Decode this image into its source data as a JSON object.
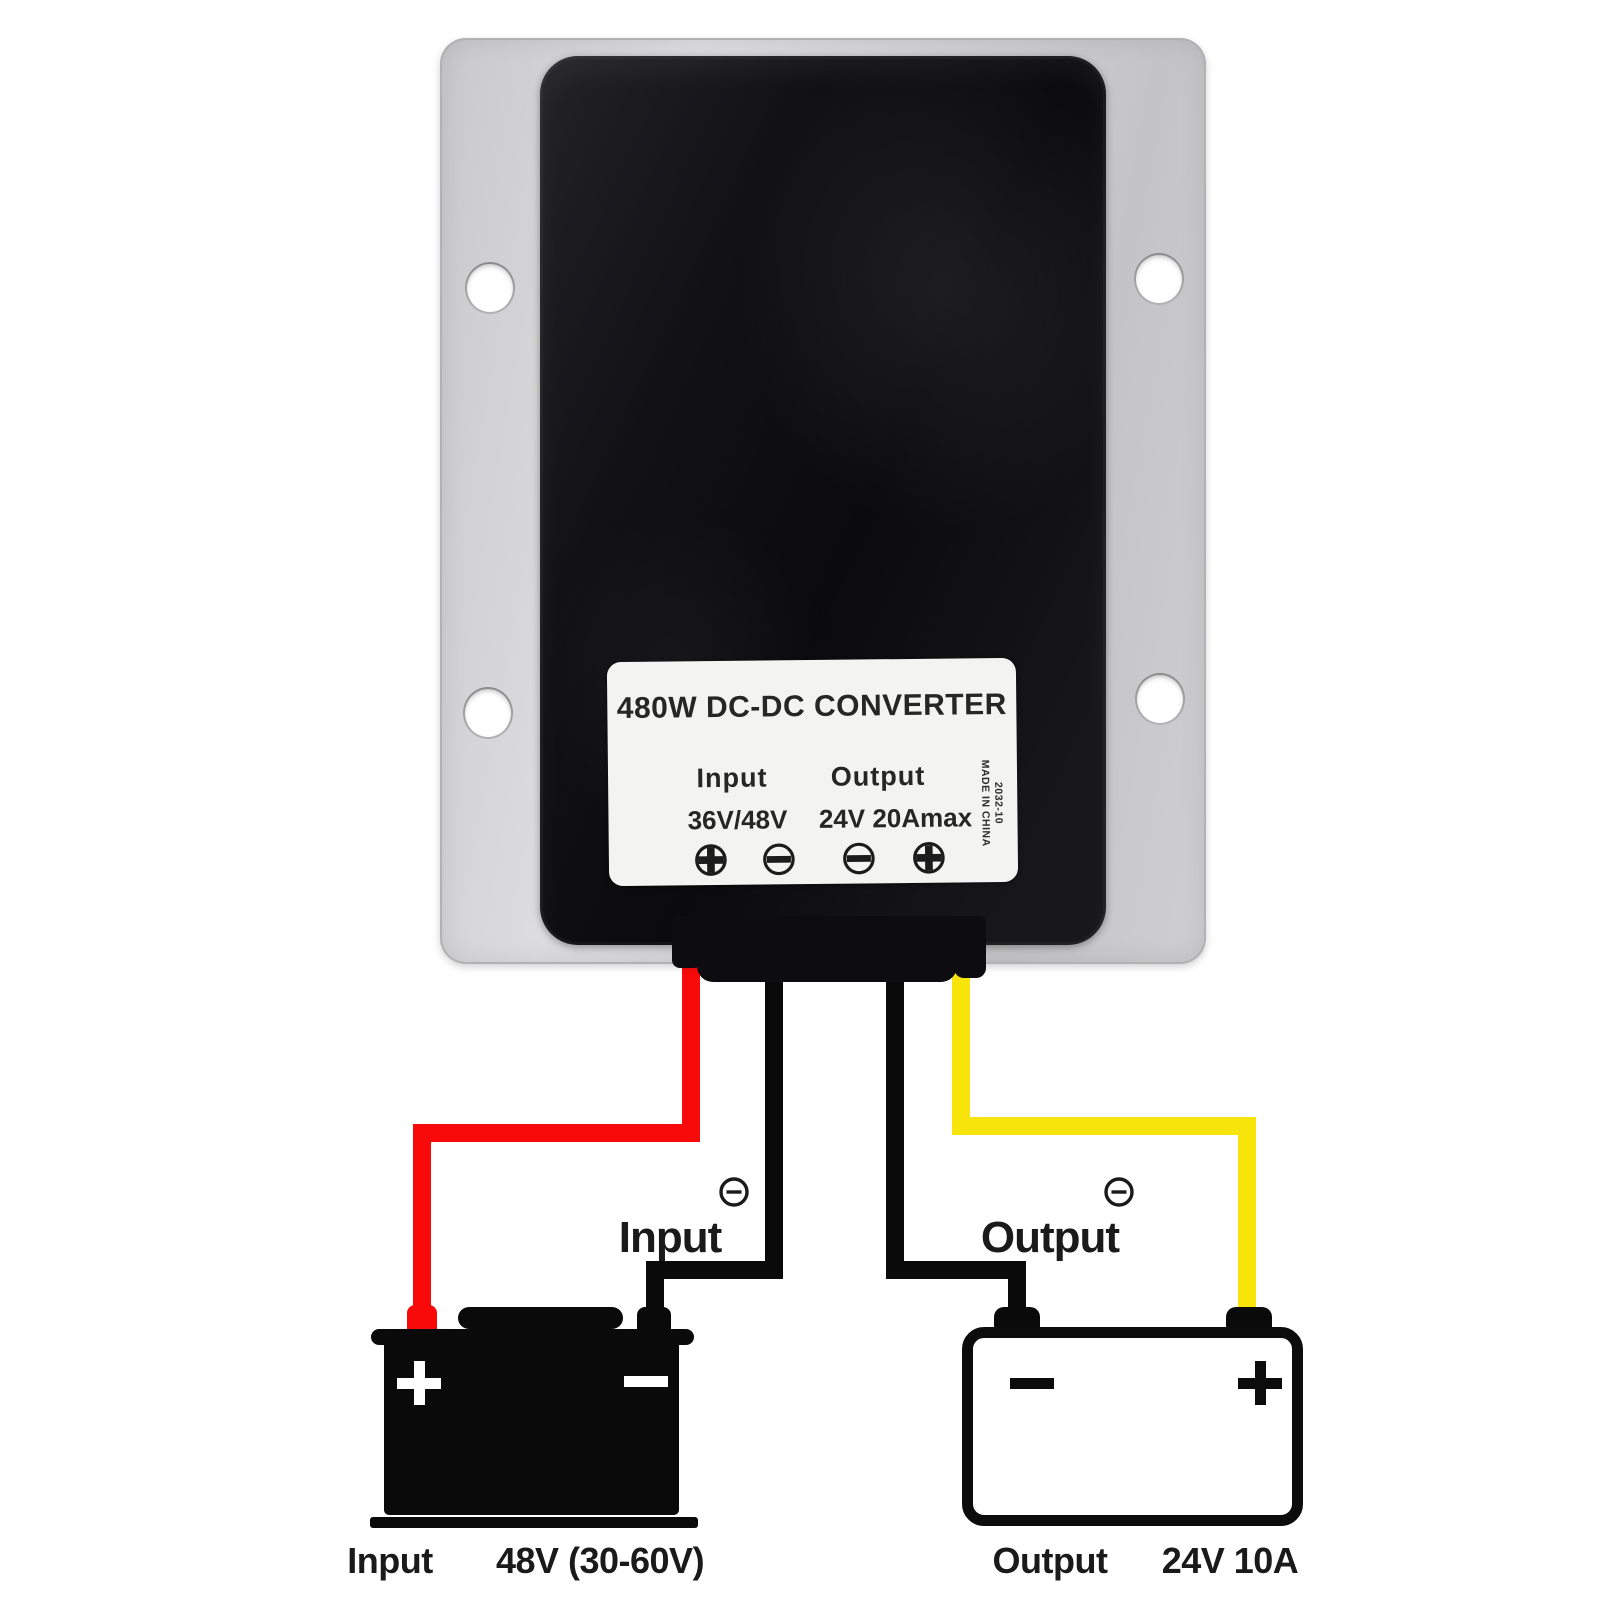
{
  "converter": {
    "label": {
      "title": "480W DC-DC CONVERTER",
      "columns": [
        {
          "heading": "Input",
          "spec": "36V/48V"
        },
        {
          "heading": "Output",
          "spec": "24V 20Amax"
        }
      ],
      "terminals": [
        "plus",
        "minus",
        "minus",
        "plus"
      ],
      "side_note": [
        "2032-10",
        "MADE IN CHINA"
      ]
    }
  },
  "wiring": {
    "input_section": {
      "label": "Input",
      "polarity_icon": "minus-circle",
      "wire_colors": {
        "positive": "#f80a0a",
        "negative": "#0a0a0a"
      },
      "battery": {
        "style": "filled-black",
        "positive_symbol": "+",
        "negative_symbol": "-",
        "caption": "Input",
        "spec": "48V (30-60V)"
      }
    },
    "output_section": {
      "label": "Output",
      "polarity_icon": "minus-circle",
      "wire_colors": {
        "negative": "#0a0a0a",
        "positive": "#f6e40a"
      },
      "battery": {
        "style": "outline-white",
        "negative_symbol": "-",
        "positive_symbol": "+",
        "caption": "Output",
        "spec": "24V 10A"
      }
    }
  },
  "colors": {
    "page-bg": "#ffffff",
    "plate": "#d2d2d4",
    "body": "#131316",
    "label-bg": "#f3f3f1",
    "label-text": "#262626",
    "wire-red": "#f80a0a",
    "wire-yellow": "#f6e40a",
    "wire-black": "#0a0a0a",
    "diagram-text": "#1a1a1a"
  }
}
